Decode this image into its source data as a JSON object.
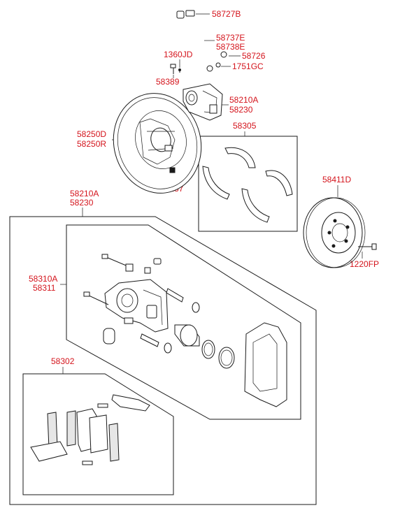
{
  "labels": {
    "l58727B": "58727B",
    "l58737E": "58737E",
    "l58738E": "58738E",
    "l1360JD": "1360JD",
    "l58726": "58726",
    "l1751GC": "1751GC",
    "l58389": "58389",
    "l58210A_top": "58210A",
    "l58230_top": "58230",
    "l58250D": "58250D",
    "l58250R": "58250R",
    "l58305": "58305",
    "l58187": "58187",
    "l58210A_box": "58210A",
    "l58230_box": "58230",
    "l58411D": "58411D",
    "l1220FP": "1220FP",
    "l58310A": "58310A",
    "l58311": "58311",
    "l58302": "58302"
  },
  "colors": {
    "label": "#d4141c",
    "line": "#1a1a1a",
    "background": "#ffffff"
  }
}
